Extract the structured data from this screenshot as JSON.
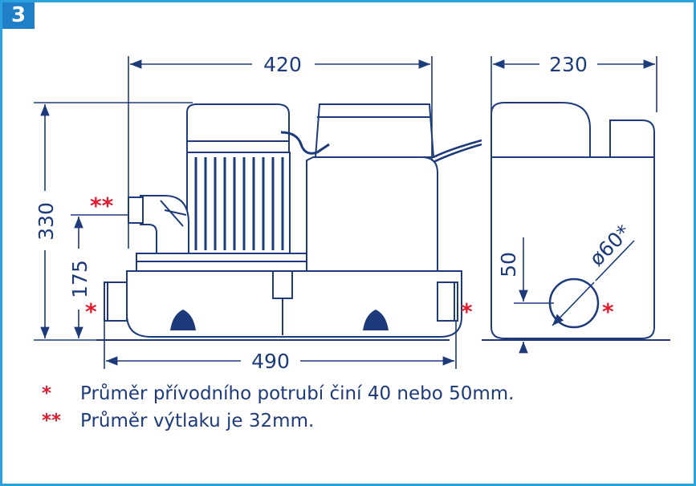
{
  "figure_number": "3",
  "dimensions": {
    "width_top": "420",
    "depth": "230",
    "height": "330",
    "inlet_height": "175",
    "length_bottom": "490",
    "inlet_diameter": "ø60*",
    "side_inlet_height": "50"
  },
  "markers": {
    "discharge": "**",
    "inlet_left": "*",
    "inlet_right": "*",
    "inlet_side": "*"
  },
  "legend": [
    {
      "marker": "*",
      "text": "Průměr přívodního potrubí činí 40 nebo 50mm."
    },
    {
      "marker": "**",
      "text": "Průměr výtlaku je 32mm."
    }
  ],
  "colors": {
    "frame": "#2aa0dc",
    "badge": "#1f7fc8",
    "lines": "#1d3a7a",
    "asterisk": "#e21d2f"
  }
}
